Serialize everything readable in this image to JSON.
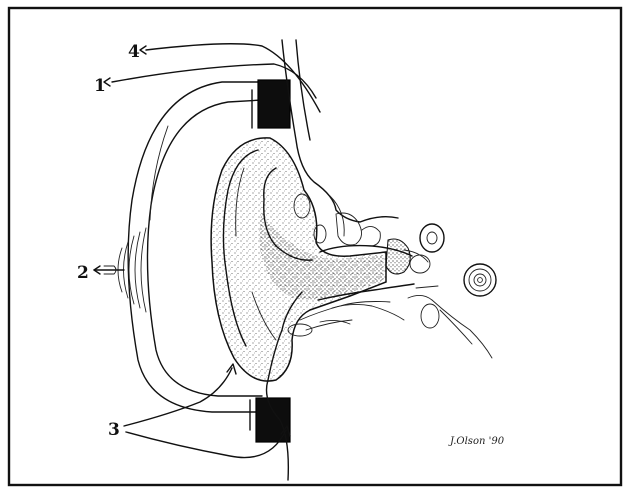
{
  "labels": [
    {
      "id": "1",
      "text": "1"
    },
    {
      "id": "2",
      "text": "2"
    },
    {
      "id": "3",
      "text": "3"
    },
    {
      "id": "4",
      "text": "4"
    }
  ],
  "signature": "J.Olson '90"
}
